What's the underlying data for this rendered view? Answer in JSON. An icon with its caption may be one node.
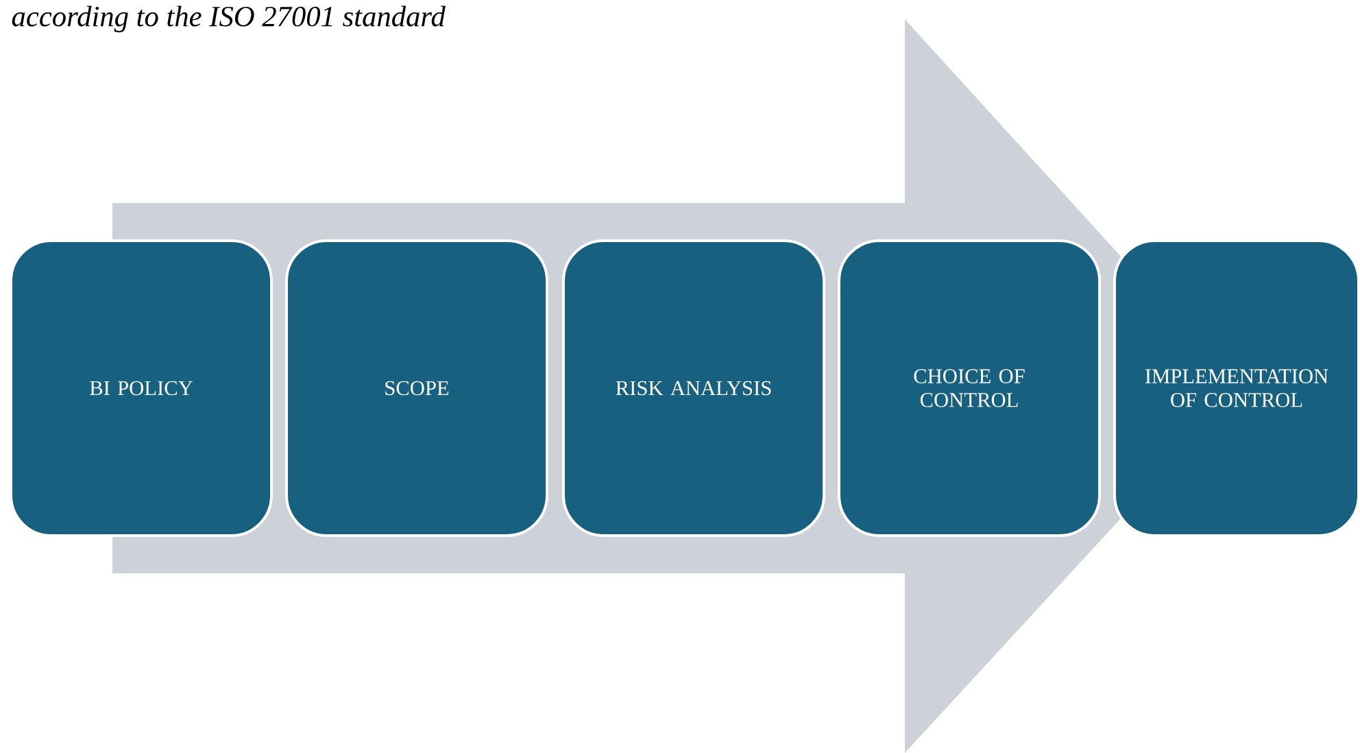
{
  "diagram": {
    "title": "according to the ISO 27001 standard",
    "nodes": [
      {
        "text": [
          "BI POLICY"
        ]
      },
      {
        "text": [
          "SCOPE"
        ]
      },
      {
        "text": [
          "RISK ANALYSIS"
        ]
      },
      {
        "text": [
          "CHOICE OF CONTROL"
        ]
      },
      {
        "text": [
          "IMPLEMENTATION OF CONTROL"
        ]
      }
    ],
    "edges": [
      {
        "from": 0,
        "to": 4,
        "arrow": "to"
      }
    ]
  }
}
